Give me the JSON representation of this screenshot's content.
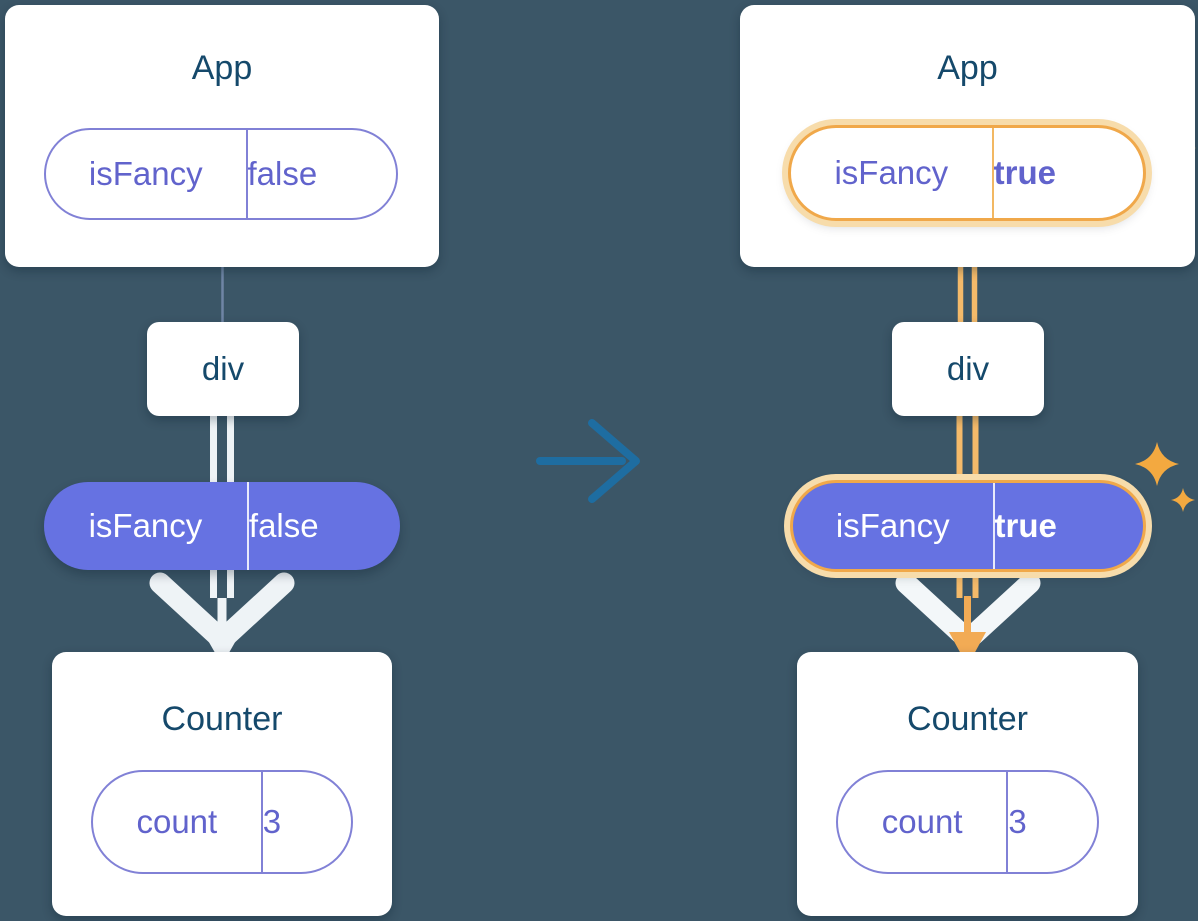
{
  "diagram": {
    "before": {
      "app": {
        "title": "App",
        "state": {
          "key": "isFancy",
          "value": "false"
        }
      },
      "div_label": "div",
      "passed_prop": {
        "key": "isFancy",
        "value": "false"
      },
      "counter": {
        "title": "Counter",
        "state": {
          "key": "count",
          "value": "3"
        }
      }
    },
    "after": {
      "app": {
        "title": "App",
        "state": {
          "key": "isFancy",
          "value": "true"
        }
      },
      "div_label": "div",
      "passed_prop": {
        "key": "isFancy",
        "value": "true"
      },
      "counter": {
        "title": "Counter",
        "state": {
          "key": "count",
          "value": "3"
        }
      }
    },
    "colors": {
      "background": "#3b5667",
      "card_title": "#15496b",
      "purple_text": "#6163cc",
      "purple_fill": "#6672e2",
      "highlight_orange": "#f0a84a",
      "highlight_glow": "#f7dcab",
      "flow_white": "#eef3f6",
      "flow_orange": "#f4ba6a",
      "transition_arrow_blue": "#1e6da1",
      "sparkle_orange": "#f3a940"
    }
  }
}
